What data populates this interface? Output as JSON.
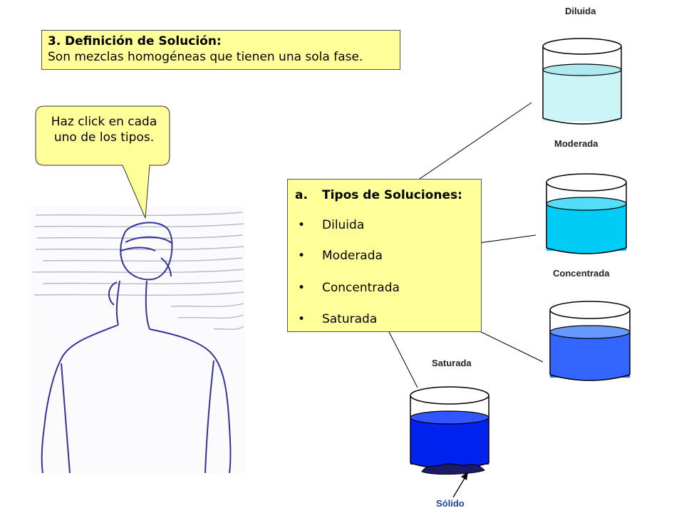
{
  "definition": {
    "number": "3.",
    "title": "Definición de Solución:",
    "text": "Son mezclas homogéneas que tienen una sola fase."
  },
  "callout": {
    "text": "Haz click en cada uno de los tipos."
  },
  "types": {
    "letter": "a.",
    "heading": "Tipos de Soluciones:",
    "bullet": "•",
    "items": [
      "Diluida",
      "Moderada",
      "Concentrada",
      "Saturada"
    ]
  },
  "beakers": {
    "labels": [
      "Diluida",
      "Moderada",
      "Concentrada",
      "Saturada"
    ],
    "solid_label": "Sólido",
    "colors": {
      "diluida": "#ccf5f8",
      "moderada": "#00ccf5",
      "concentrada": "#3366ff",
      "saturada": "#0022ee"
    }
  },
  "colors": {
    "box_fill": "#ffff99",
    "line": "#000000",
    "sketch": "#33339a"
  }
}
